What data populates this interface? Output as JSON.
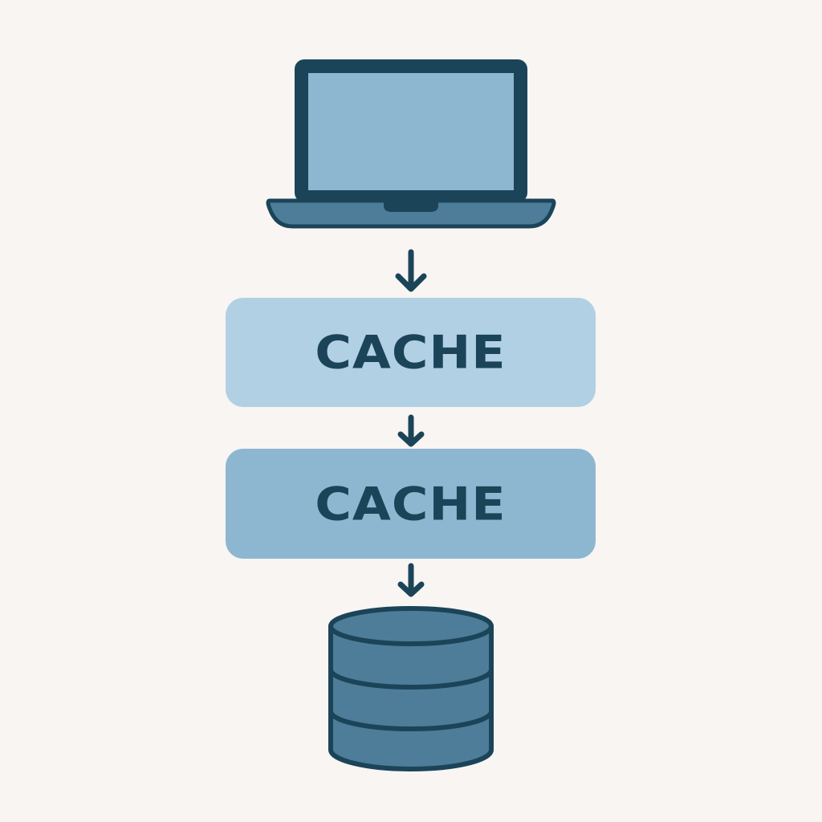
{
  "diagram": {
    "nodes": [
      {
        "id": "client",
        "icon": "laptop-icon"
      },
      {
        "id": "cache-1",
        "label": "CACHE"
      },
      {
        "id": "cache-2",
        "label": "CACHE"
      },
      {
        "id": "database",
        "icon": "database-icon"
      }
    ],
    "edges": [
      {
        "from": "client",
        "to": "cache-1",
        "direction": "down"
      },
      {
        "from": "cache-1",
        "to": "cache-2",
        "direction": "down"
      },
      {
        "from": "cache-2",
        "to": "database",
        "direction": "down"
      }
    ]
  },
  "colors": {
    "background": "#f8f5f2",
    "stroke": "#1b4459",
    "cache_top_fill": "#b1d0e4",
    "cache_bottom_fill": "#8db7d1",
    "laptop_screen": "#8db7d1",
    "laptop_base": "#4d7d98",
    "database_fill": "#4d7d98"
  }
}
